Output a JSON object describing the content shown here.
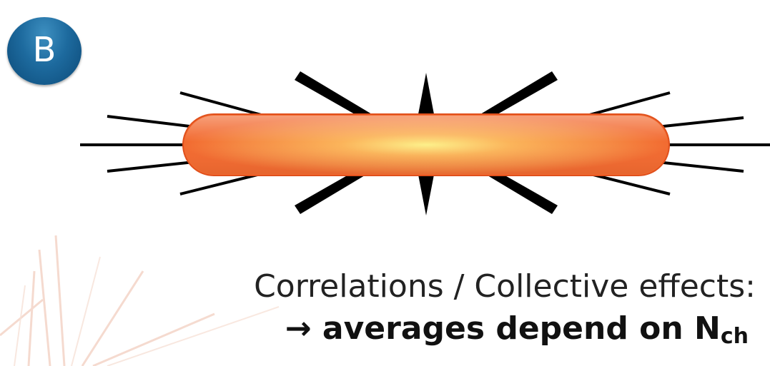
{
  "badge": {
    "letter": "B",
    "color": "#1d6a9e"
  },
  "diagram": {
    "body_color": "#f47a3a",
    "body_edge_color": "#e0501c",
    "core_color": "#fbe57a",
    "ray_color": "#000000"
  },
  "caption": {
    "line1": "Correlations / Collective effects:",
    "line2_prefix": "→ averages depend on N",
    "line2_sub": "ch"
  },
  "background": {
    "decor_color": "#f0c8b8"
  }
}
